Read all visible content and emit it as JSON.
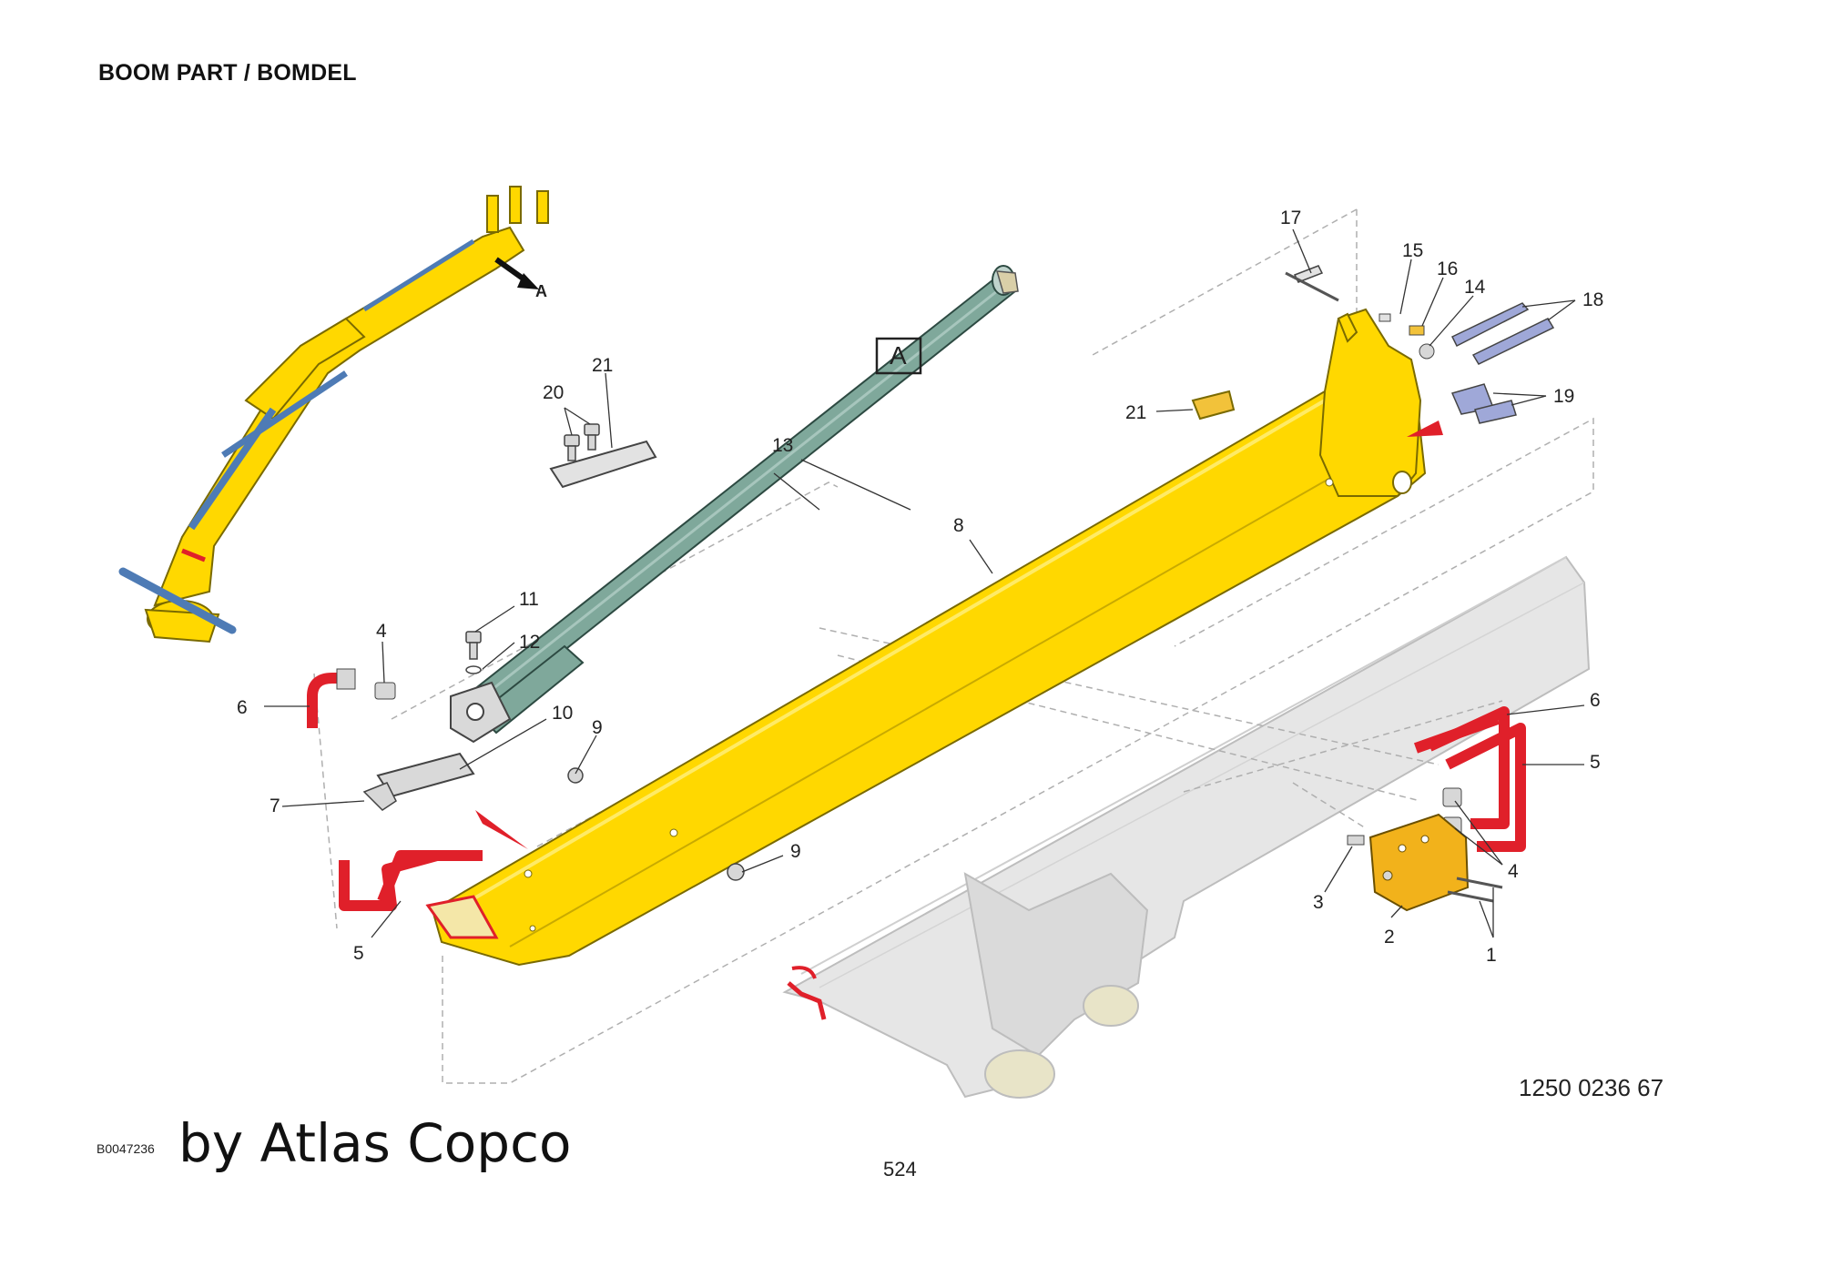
{
  "header": {
    "title": "BOOM PART / BOMDEL"
  },
  "diagram": {
    "view_label": "A",
    "detail_arrow_label": "A",
    "callouts": {
      "c1": "1",
      "c2": "2",
      "c3": "3",
      "c4a": "4",
      "c4b": "4",
      "c5a": "5",
      "c5b": "5",
      "c6a": "6",
      "c6b": "6",
      "c7": "7",
      "c8": "8",
      "c9a": "9",
      "c9b": "9",
      "c10": "10",
      "c11": "11",
      "c12": "12",
      "c13": "13",
      "c14": "14",
      "c15": "15",
      "c16": "16",
      "c17": "17",
      "c18": "18",
      "c19": "19",
      "c20": "20",
      "c21a": "21",
      "c21b": "21"
    },
    "colors": {
      "boom_yellow": "#FFD800",
      "boom_outline": "#7a6a00",
      "cylinder_teal": "#7FA89B",
      "hose_red": "#E0202A",
      "ghost_grey": "#E6E6E6",
      "block_orange": "#F2B21B",
      "pad_blue": "#9FA8D8",
      "hydraulic_blue": "#4E7BB5"
    }
  },
  "footer": {
    "doc_number": "1250 0236 67",
    "ref_code": "B0047236",
    "publisher": "by Atlas Copco",
    "page_number": "524"
  }
}
